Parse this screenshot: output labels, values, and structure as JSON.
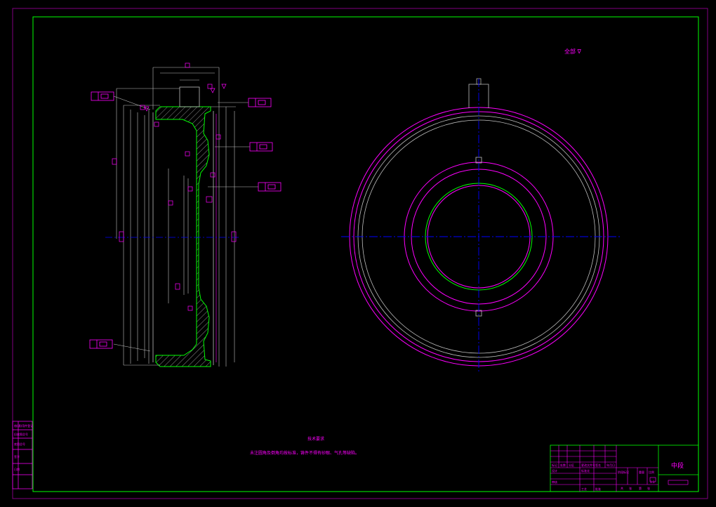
{
  "colors": {
    "background": "#000000",
    "frame_outer": "#800080",
    "frame_inner": "#00ff00",
    "profile": "#00ff00",
    "hatch": "#c0c0c0",
    "circle_magenta": "#ff00ff",
    "circle_green": "#00ff00",
    "circle_gray": "#c0c0c0",
    "centerline": "#0000ff",
    "dimension": "#c0c0c0",
    "tag": "#ff00ff",
    "text": "#ff00ff"
  },
  "drawing": {
    "surface_finish_note": "全部 ∇",
    "tech_title": "技术要求",
    "tech_note": "未注圆角及倒角均按标准，铸件不得有砂眼、气孔等缺陷。",
    "title_block": {
      "part_name": "中段",
      "fields": [
        "标记",
        "处数",
        "分区",
        "更改文件号",
        "签名",
        "年月日",
        "设计",
        "标准化",
        "阶段标记",
        "重量",
        "比例",
        "审核",
        "工艺",
        "批准",
        "共",
        "张",
        "第",
        "张"
      ],
      "scale": "1:1"
    },
    "side_block": {
      "fields": [
        "借(通)用件登记",
        "旧底图总号",
        "底图总号",
        "签字",
        "日期"
      ]
    }
  }
}
